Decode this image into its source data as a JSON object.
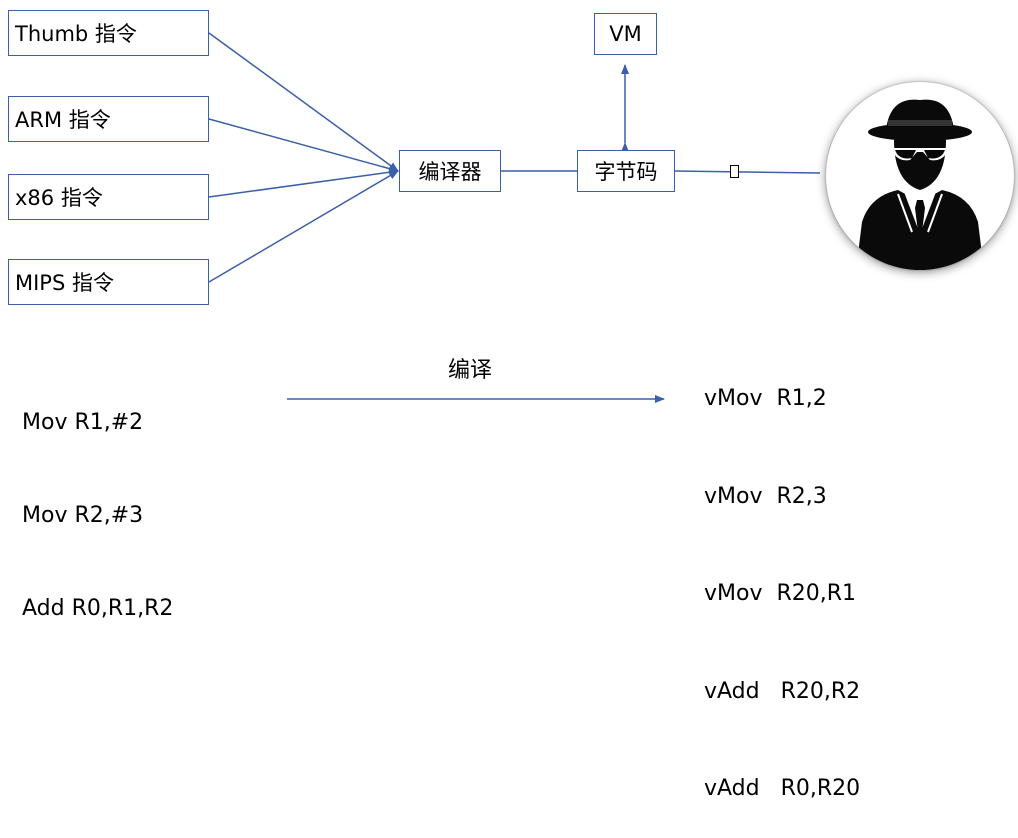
{
  "diagram": {
    "inputs": [
      {
        "label": "Thumb 指令"
      },
      {
        "label": "ARM 指令"
      },
      {
        "label": "x86 指令"
      },
      {
        "label": "MIPS 指令"
      }
    ],
    "compiler": "编译器",
    "bytecode": "字节码",
    "vm": "VM",
    "attacker_icon": "spy-agent-icon",
    "line_color": "#3b5fa8"
  },
  "example": {
    "source_lines": [
      "Mov R1,#2",
      "Mov R2,#3",
      "Add R0,R1,R2"
    ],
    "arrow_label": "编译",
    "output_lines": [
      "vMov  R1,2",
      "vMov  R2,3",
      "vMov  R20,R1",
      "vAdd   R20,R2",
      "vAdd   R0,R20"
    ]
  }
}
